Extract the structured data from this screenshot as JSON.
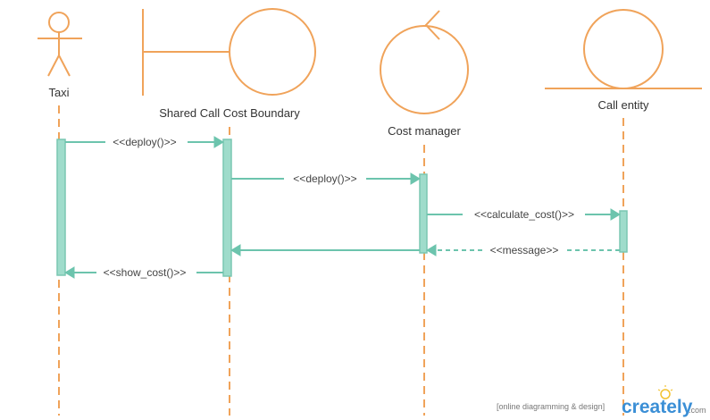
{
  "actors": [
    {
      "id": "taxi",
      "label": "Taxi",
      "kind": "actor"
    },
    {
      "id": "boundary",
      "label": "Shared Call Cost Boundary",
      "kind": "boundary"
    },
    {
      "id": "control",
      "label": "Cost manager",
      "kind": "control"
    },
    {
      "id": "entity",
      "label": "Call entity",
      "kind": "entity"
    }
  ],
  "messages": [
    {
      "label": "<<deploy()>>",
      "from": "taxi",
      "to": "boundary",
      "style": "solid"
    },
    {
      "label": "<<deploy()>>",
      "from": "boundary",
      "to": "control",
      "style": "solid"
    },
    {
      "label": "<<calculate_cost()>>",
      "from": "control",
      "to": "entity",
      "style": "solid"
    },
    {
      "label": "<<message>>",
      "from": "entity",
      "to": "control",
      "style": "dashed"
    },
    {
      "label": "",
      "from": "control",
      "to": "boundary",
      "style": "solid"
    },
    {
      "label": "<<show_cost()>>",
      "from": "boundary",
      "to": "taxi",
      "style": "solid"
    }
  ],
  "watermark": {
    "tagline": "[online diagramming & design]",
    "brand": "creately",
    "suffix": ".com"
  },
  "colors": {
    "lifeline": "#f0a35a",
    "activation": "#9fdccb",
    "message": "#6cc4ad",
    "brand_blue": "#3b8fd6",
    "brand_green": "#8cc63f"
  }
}
